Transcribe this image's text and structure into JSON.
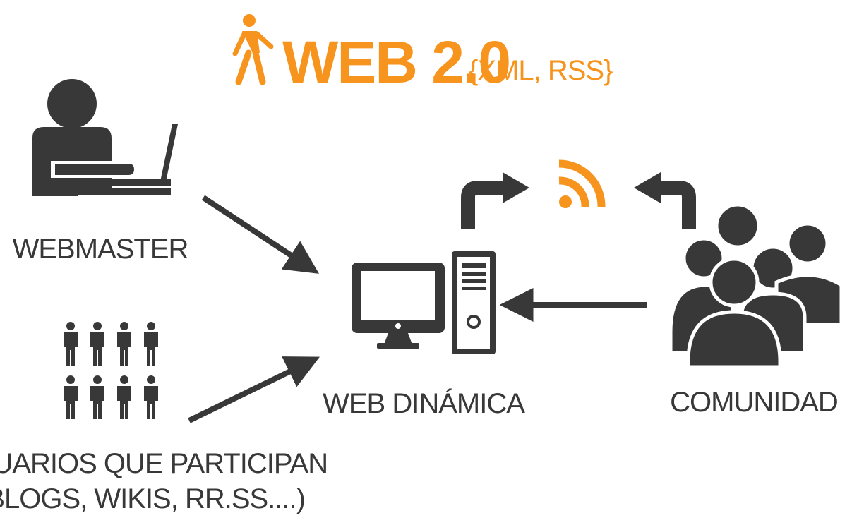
{
  "title": {
    "main": "WEB 2.0",
    "sub": "{XML, RSS}",
    "icon": "walking-person-icon"
  },
  "nodes": {
    "webmaster": {
      "label": "WEBMASTER",
      "icon": "person-with-laptop-icon"
    },
    "usuarios": {
      "label_line1": "USUARIOS QUE PARTICIPAN",
      "label_line2": "(BLOGS, WIKIS, RR.SS....)",
      "icon": "users-grid-icon"
    },
    "web_dinamica": {
      "label": "WEB DINÁMICA",
      "icon": "desktop-computer-icon"
    },
    "comunidad": {
      "label": "COMUNIDAD",
      "icon": "community-group-icon"
    },
    "rss": {
      "icon": "rss-feed-icon"
    }
  },
  "colors": {
    "accent": "#f7941d",
    "dark": "#383838",
    "background": "#ffffff"
  }
}
